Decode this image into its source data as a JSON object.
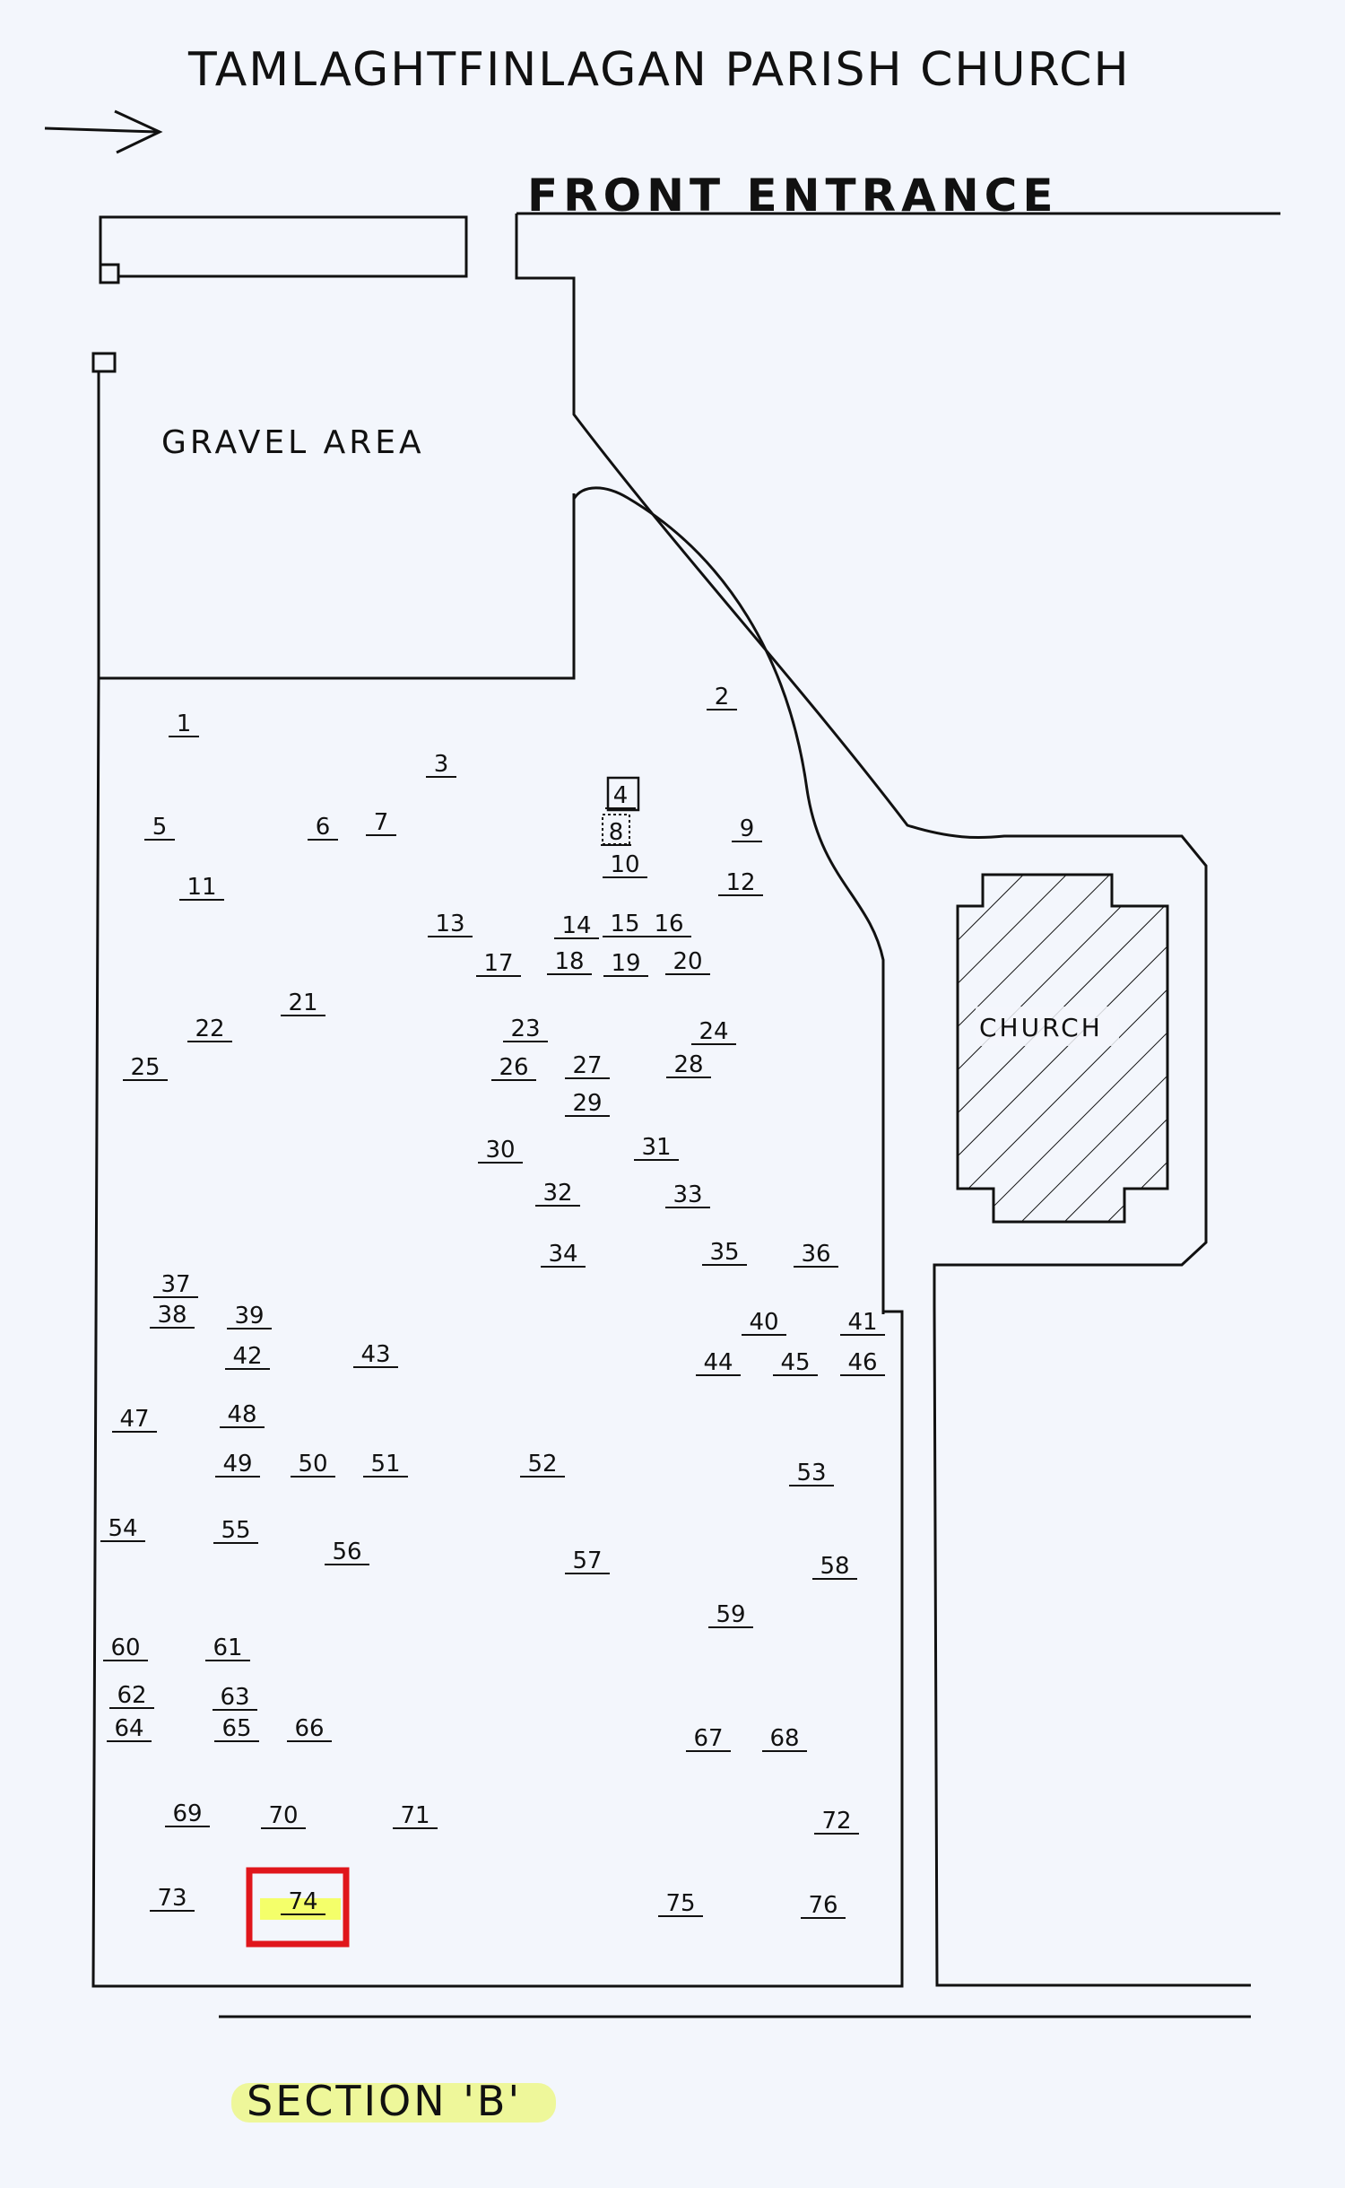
{
  "title": "TAMLAGHTFINLAGAN PARISH CHURCH",
  "entrance_label": "FRONT ENTRANCE",
  "gravel_label": "GRAVEL AREA",
  "church_label": "CHURCH",
  "section_label": "SECTION 'B'",
  "highlighted_plot": "74",
  "colors": {
    "highlight_box": "#e0161b",
    "highlight_marker": "#f4ff6a",
    "section_marker": "#eef79a"
  },
  "plots": [
    "1",
    "2",
    "3",
    "4",
    "5",
    "6",
    "7",
    "8",
    "9",
    "10",
    "11",
    "12",
    "13",
    "14",
    "15",
    "16",
    "17",
    "18",
    "19",
    "20",
    "21",
    "22",
    "23",
    "24",
    "25",
    "26",
    "27",
    "28",
    "29",
    "30",
    "31",
    "32",
    "33",
    "34",
    "35",
    "36",
    "37",
    "38",
    "39",
    "40",
    "41",
    "42",
    "43",
    "44",
    "45",
    "46",
    "47",
    "48",
    "49",
    "50",
    "51",
    "52",
    "53",
    "54",
    "55",
    "56",
    "57",
    "58",
    "59",
    "60",
    "61",
    "62",
    "63",
    "64",
    "65",
    "66",
    "67",
    "68",
    "69",
    "70",
    "71",
    "72",
    "73",
    "74",
    "75",
    "76"
  ]
}
